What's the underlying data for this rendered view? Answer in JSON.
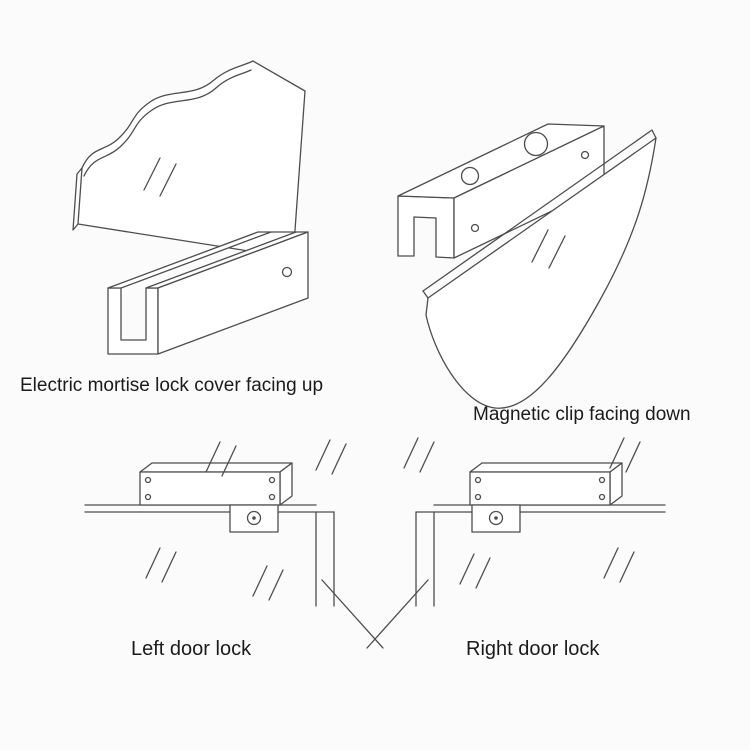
{
  "page": {
    "background_color": "#fbfbfb",
    "line_color": "#4d4d4d",
    "text_color": "#1b1b1b"
  },
  "figures": {
    "mortise_lock": {
      "caption": "Electric mortise lock cover facing up"
    },
    "magnetic_clip": {
      "caption": "Magnetic clip facing down"
    },
    "left_door_lock": {
      "caption": "Left door lock"
    },
    "right_door_lock": {
      "caption": "Right door lock"
    }
  }
}
